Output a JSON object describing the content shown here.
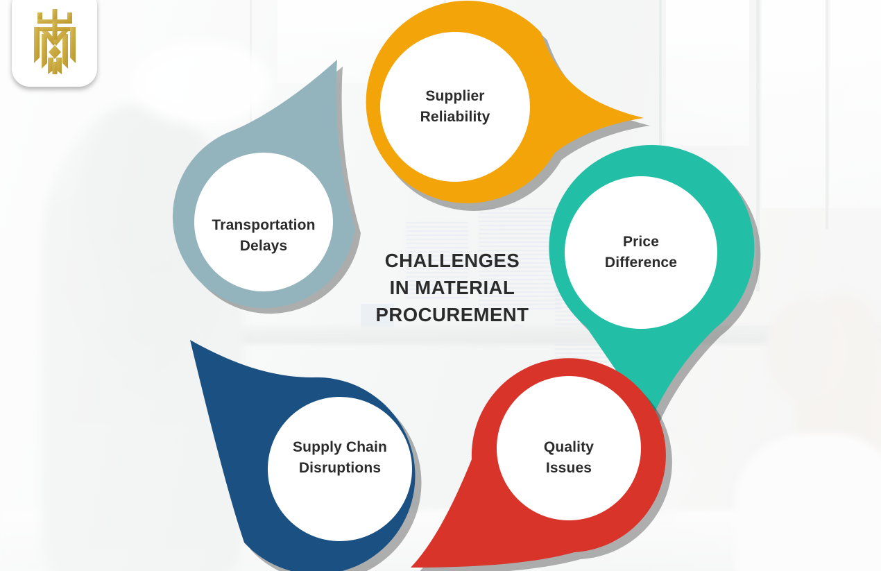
{
  "brand": {
    "logo_icon": "crown-emblem-logo",
    "logo_color": "#c9aa4a"
  },
  "center": {
    "title_line1": "CHALLENGES",
    "title_line2": "IN MATERIAL",
    "title_line3": "PROCUREMENT",
    "title_color": "#2b2b2b"
  },
  "pins": [
    {
      "id": "supplier-reliability",
      "label_line1": "Supplier",
      "label_line2": "Reliability",
      "color": "#F2A409",
      "shadow_color": "#d8920a",
      "tail_direction": "right",
      "position": "top-center"
    },
    {
      "id": "price-difference",
      "label_line1": "Price",
      "label_line2": "Difference",
      "color": "#22BFA6",
      "shadow_color": "#19a98f",
      "tail_direction": "down",
      "position": "right"
    },
    {
      "id": "quality-issues",
      "label_line1": "Quality",
      "label_line2": "Issues",
      "color": "#D8342A",
      "shadow_color": "#b82b22",
      "tail_direction": "down-left",
      "position": "bottom-right"
    },
    {
      "id": "supply-chain-disruptions",
      "label_line1": "Supply Chain",
      "label_line2": "Disruptions",
      "color": "#1B5083",
      "shadow_color": "#14406c",
      "tail_direction": "up-left",
      "position": "bottom-left"
    },
    {
      "id": "transportation-delays",
      "label_line1": "Transportation",
      "label_line2": "Delays",
      "color": "#93B4BD",
      "shadow_color": "#7c9fa9",
      "tail_direction": "up-right",
      "position": "left"
    }
  ],
  "background": {
    "description": "faded office interior photo",
    "base_color": "#f2f3f3"
  }
}
